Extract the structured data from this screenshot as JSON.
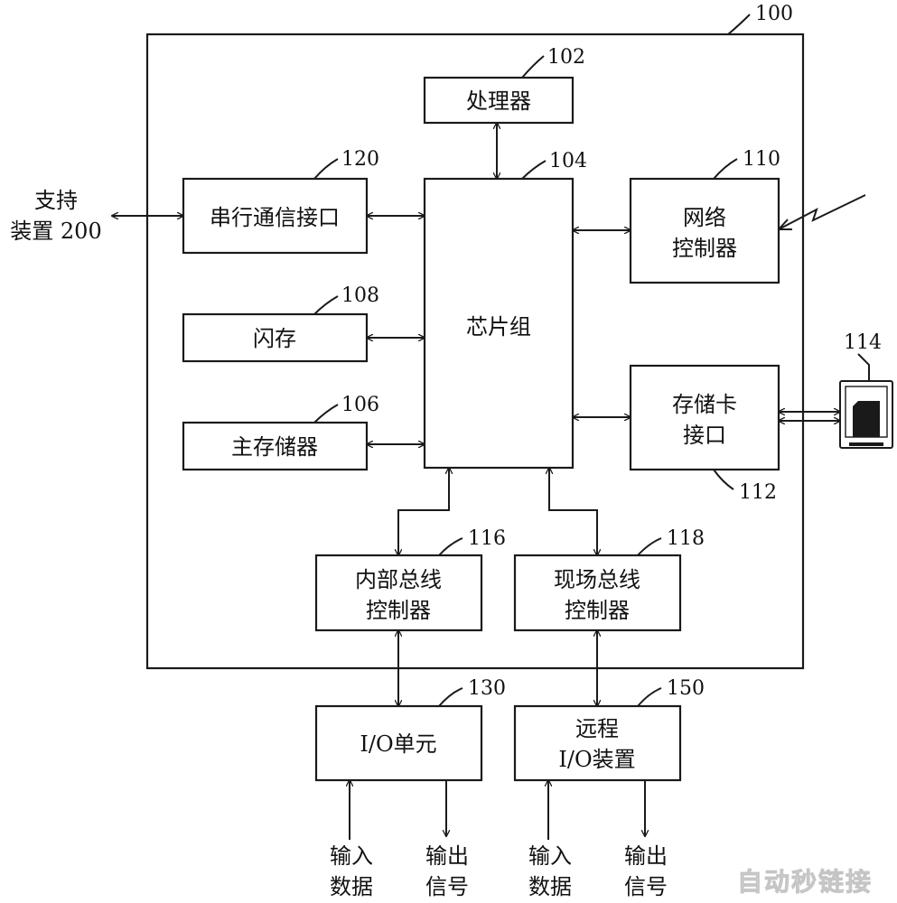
{
  "reference_numbers": {
    "system": "100",
    "processor": "102",
    "chipset": "104",
    "main_memory": "106",
    "flash": "108",
    "network": "110",
    "card_interface": "112",
    "memory_card": "114",
    "internal_bus": "116",
    "field_bus": "118",
    "serial_interface": "120",
    "io_unit": "130",
    "remote_io": "150"
  },
  "blocks": {
    "processor": [
      "处理器"
    ],
    "chipset": [
      "芯片组"
    ],
    "serial_interface": [
      "串行通信接口"
    ],
    "flash": [
      "闪存"
    ],
    "main_memory": [
      "主存储器"
    ],
    "network": [
      "网络",
      "控制器"
    ],
    "card_interface": [
      "存储卡",
      "接口"
    ],
    "internal_bus": [
      "内部总线",
      "控制器"
    ],
    "field_bus": [
      "现场总线",
      "控制器"
    ],
    "io_unit": [
      "I/O单元"
    ],
    "remote_io": [
      "远程",
      "I/O装置"
    ]
  },
  "external": {
    "support_device": [
      "支持",
      "装置 200"
    ],
    "io_unit_input": [
      "输入",
      "数据"
    ],
    "io_unit_output": [
      "输出",
      "信号"
    ],
    "remote_io_input": [
      "输入",
      "数据"
    ],
    "remote_io_output": [
      "输出",
      "信号"
    ]
  },
  "watermark": "自动秒链接",
  "colors": {
    "ink": "#1a1a1a",
    "watermark": "#d9d9d9"
  }
}
